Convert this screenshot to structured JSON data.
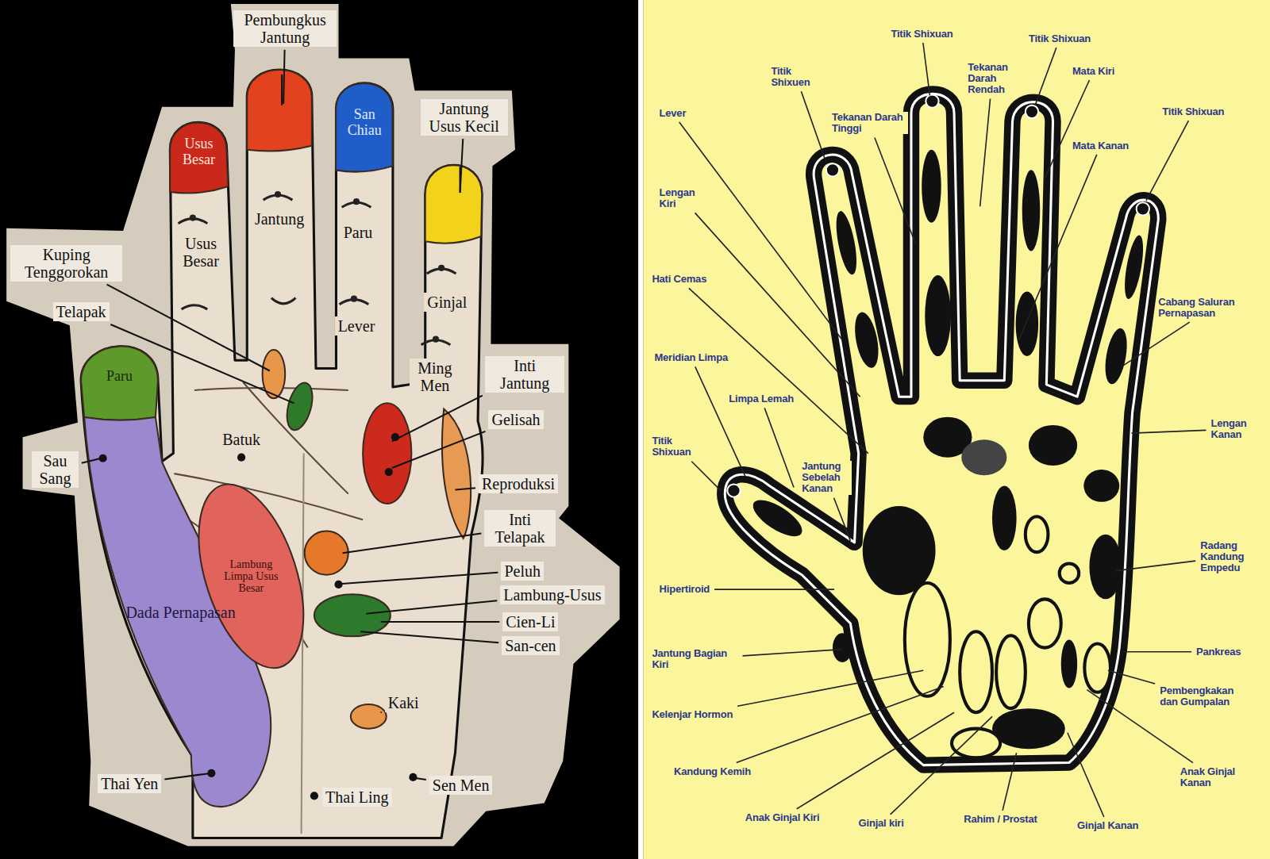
{
  "diagram": {
    "nodes": [
      {
        "text": [
          "Usus Besar"
        ]
      },
      {
        "text": [
          "San Chiau"
        ]
      },
      {
        "text": [
          "Paru"
        ]
      },
      {
        "text": [
          "Dada Pernapasan"
        ]
      },
      {
        "text": [
          "Lambung Limpa Usus Besar"
        ]
      }
    ],
    "labels": [
      "Pembungkus Jantung",
      "Jantung Usus Kecil",
      "Jantung",
      "Paru",
      "Usus Besar",
      "Lever",
      "Ginjal",
      "Ming Men",
      "Kuping Tenggorokan",
      "Telapak",
      "Inti Jantung",
      "Gelisah",
      "Batuk",
      "Reproduksi",
      "Sau Sang",
      "Inti Telapak",
      "Peluh",
      "Lambung-Usus",
      "Cien-Li",
      "San-cen",
      "Kaki",
      "Thai Yen",
      "Thai Ling",
      "Sen Men",
      "Titik Shixuen",
      "Titik Shixuan",
      "Tekanan Darah Tinggi",
      "Tekanan Darah Rendah",
      "Titik Shixuan",
      "Mata Kiri",
      "Mata Kanan",
      "Titik Shixuan",
      "Lever",
      "Lengan Kiri",
      "Hati Cemas",
      "Meridian Limpa",
      "Limpa Lemah",
      "Titik Shixuan",
      "Jantung Sebelah Kanan",
      "Hipertiroid",
      "Jantung Bagian Kiri",
      "Kelenjar Hormon",
      "Kandung Kemih",
      "Anak Ginjal Kiri",
      "Ginjal kiri",
      "Rahim / Prostat",
      "Ginjal Kanan",
      "Anak Ginjal Kanan",
      "Pembengkakan dan Gumpalan",
      "Pankreas",
      "Radang Kandung Empedu",
      "Lengan Kanan",
      "Cabang Saluran Pernapasan"
    ]
  }
}
